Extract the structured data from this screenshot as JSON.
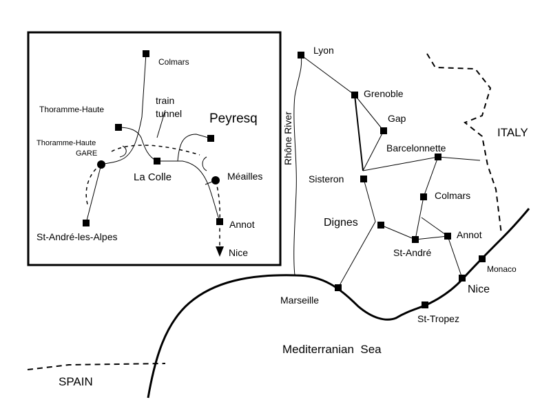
{
  "map": {
    "countries": {
      "italy": "ITALY",
      "spain": "SPAIN"
    },
    "sea": "Mediterranian  Sea",
    "river": "Rhône River",
    "cities": {
      "lyon": "Lyon",
      "grenoble": "Grenoble",
      "gap": "Gap",
      "sisteron": "Sisteron",
      "barcelonnette": "Barcelonnette",
      "colmars": "Colmars",
      "dignes": "Dignes",
      "st_andre": "St-André",
      "annot": "Annot",
      "monaco": "Monaco",
      "nice": "Nice",
      "st_tropez": "St-Tropez",
      "marseille": "Marseille"
    },
    "inset": {
      "colmars": "Colmars",
      "thoramme_haute": "Thoramme-Haute",
      "train": "train",
      "tunnel": "tunnel",
      "peyresq": "Peyresq",
      "gare_1": "Thoramme-Haute",
      "gare_2": "GARE",
      "la_colle": "La Colle",
      "meailles": "Méailles",
      "st_andre": "St-André-les-Alpes",
      "annot": "Annot",
      "nice": "Nice"
    }
  }
}
